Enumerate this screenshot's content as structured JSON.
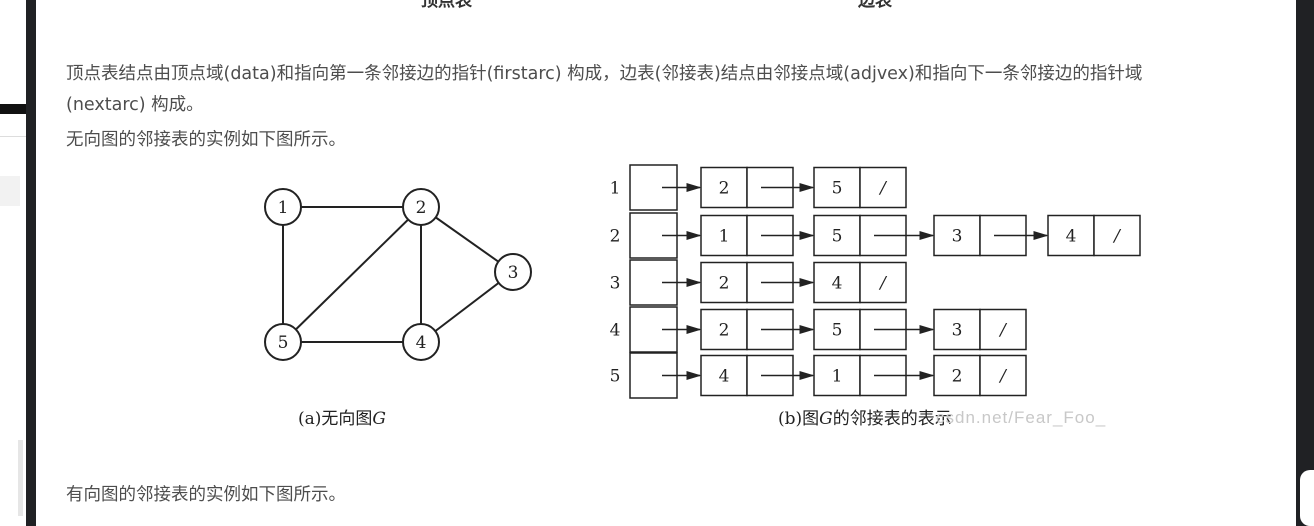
{
  "top_labels": {
    "vertex_table": "顶点表",
    "edge_table": "边表"
  },
  "paragraphs": {
    "p1_line1": "顶点表结点由顶点域(data)和指向第一条邻接边的指针(firstarc) 构成，边表(邻接表)结点由邻接点域(adjvex)和指向下一条邻接边的指针域",
    "p1_line2": "(nextarc) 构成。",
    "p2": "无向图的邻接表的实例如下图所示。",
    "p3": "有向图的邻接表的实例如下图所示。"
  },
  "figure": {
    "graph": {
      "vertices": [
        "1",
        "2",
        "3",
        "4",
        "5"
      ],
      "edges": [
        [
          "1",
          "2"
        ],
        [
          "1",
          "5"
        ],
        [
          "2",
          "5"
        ],
        [
          "2",
          "4"
        ],
        [
          "2",
          "3"
        ],
        [
          "3",
          "4"
        ],
        [
          "4",
          "5"
        ]
      ],
      "caption_prefix": "(a)无向图",
      "caption_g": "G"
    },
    "adjacency_list": {
      "rows": [
        {
          "vertex": "1",
          "nodes": [
            "2",
            "5"
          ]
        },
        {
          "vertex": "2",
          "nodes": [
            "1",
            "5",
            "3",
            "4"
          ]
        },
        {
          "vertex": "3",
          "nodes": [
            "2",
            "4"
          ]
        },
        {
          "vertex": "4",
          "nodes": [
            "2",
            "5",
            "3"
          ]
        },
        {
          "vertex": "5",
          "nodes": [
            "4",
            "1",
            "2"
          ]
        }
      ],
      "null_marker": "/",
      "caption_prefix": "(b)图",
      "caption_g": "G",
      "caption_suffix": "的邻接表的表示"
    },
    "watermark": "csdn.net/Fear_Foo_"
  }
}
